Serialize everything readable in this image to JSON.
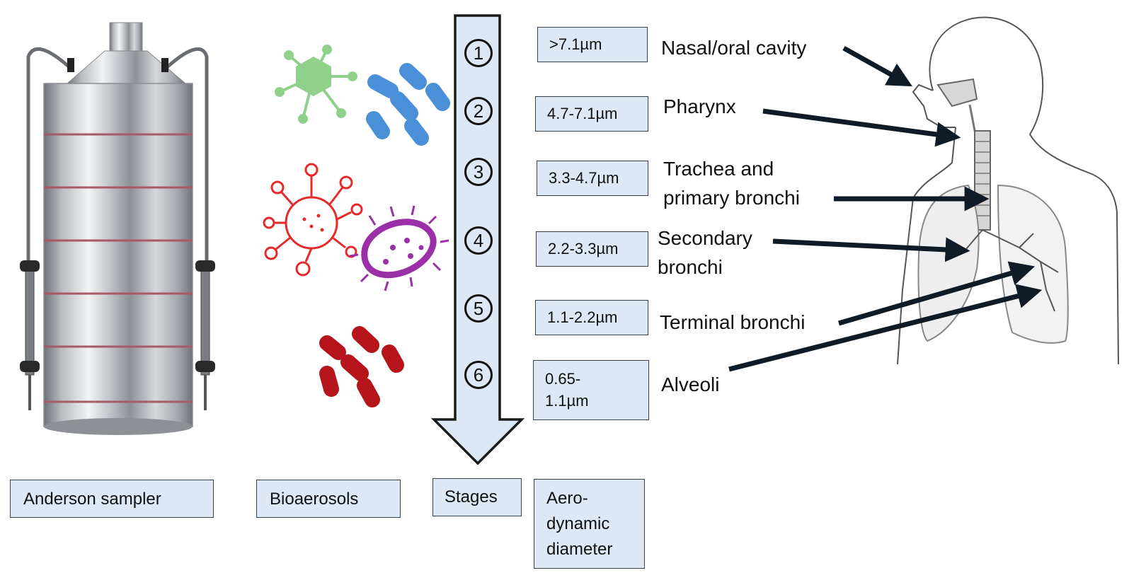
{
  "bottom_labels": {
    "sampler": "Anderson sampler",
    "bioaerosols": "Bioaerosols",
    "stages": "Stages",
    "diameter_line1": "Aero-",
    "diameter_line2": "dynamic",
    "diameter_line3": "diameter"
  },
  "stages": [
    "1",
    "2",
    "3",
    "4",
    "5",
    "6"
  ],
  "diameters": [
    {
      "line1": ">7.1µm"
    },
    {
      "line1": "4.7-7.1µm"
    },
    {
      "line1": "3.3-4.7µm"
    },
    {
      "line1": "2.2-3.3µm"
    },
    {
      "line1": "1.1-2.2µm"
    },
    {
      "line1": "0.65-",
      "line2": "1.1µm"
    }
  ],
  "regions": [
    {
      "line1": "Nasal/oral cavity"
    },
    {
      "line1": "Pharynx"
    },
    {
      "line1": "Trachea and",
      "line2": "primary bronchi"
    },
    {
      "line1": "Secondary",
      "line2": "bronchi"
    },
    {
      "line1": "Terminal bronchi"
    },
    {
      "line1": "Alveoli"
    }
  ],
  "colors": {
    "box_fill": "#dce8f5",
    "virus_green": "#8fd18b",
    "bacteria_blue": "#4a90d9",
    "virus_red": "#e32b2b",
    "bacteria_purple": "#9b2fa8",
    "bacteria_dark_red": "#b5141b",
    "arrow": "#0f1b26"
  }
}
